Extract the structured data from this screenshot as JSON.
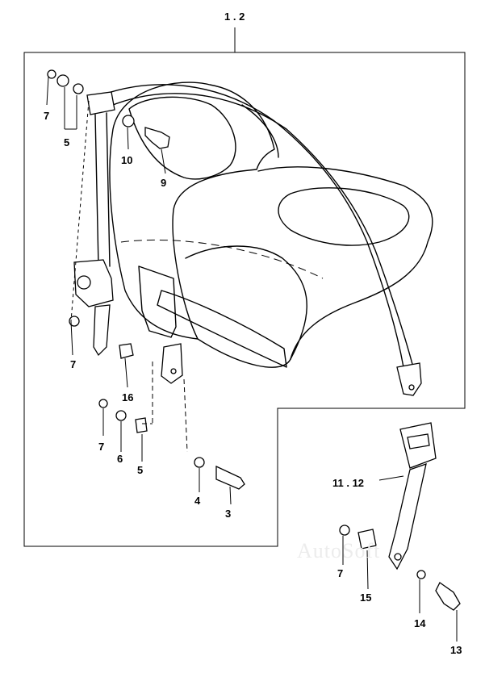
{
  "diagram": {
    "assembly_label": "1 . 2",
    "watermark": "AutoSoft",
    "callouts": [
      {
        "id": "c7a",
        "text": "7"
      },
      {
        "id": "c5a",
        "text": "5"
      },
      {
        "id": "c10",
        "text": "10"
      },
      {
        "id": "c9",
        "text": "9"
      },
      {
        "id": "c7b",
        "text": "7"
      },
      {
        "id": "c16",
        "text": "16"
      },
      {
        "id": "c7c",
        "text": "7"
      },
      {
        "id": "c6",
        "text": "6"
      },
      {
        "id": "c5b",
        "text": "5"
      },
      {
        "id": "c4",
        "text": "4"
      },
      {
        "id": "c3",
        "text": "3"
      },
      {
        "id": "c1112",
        "text": "11 . 12"
      },
      {
        "id": "c7d",
        "text": "7"
      },
      {
        "id": "c15",
        "text": "15"
      },
      {
        "id": "c14",
        "text": "14"
      },
      {
        "id": "c13",
        "text": "13"
      }
    ]
  }
}
